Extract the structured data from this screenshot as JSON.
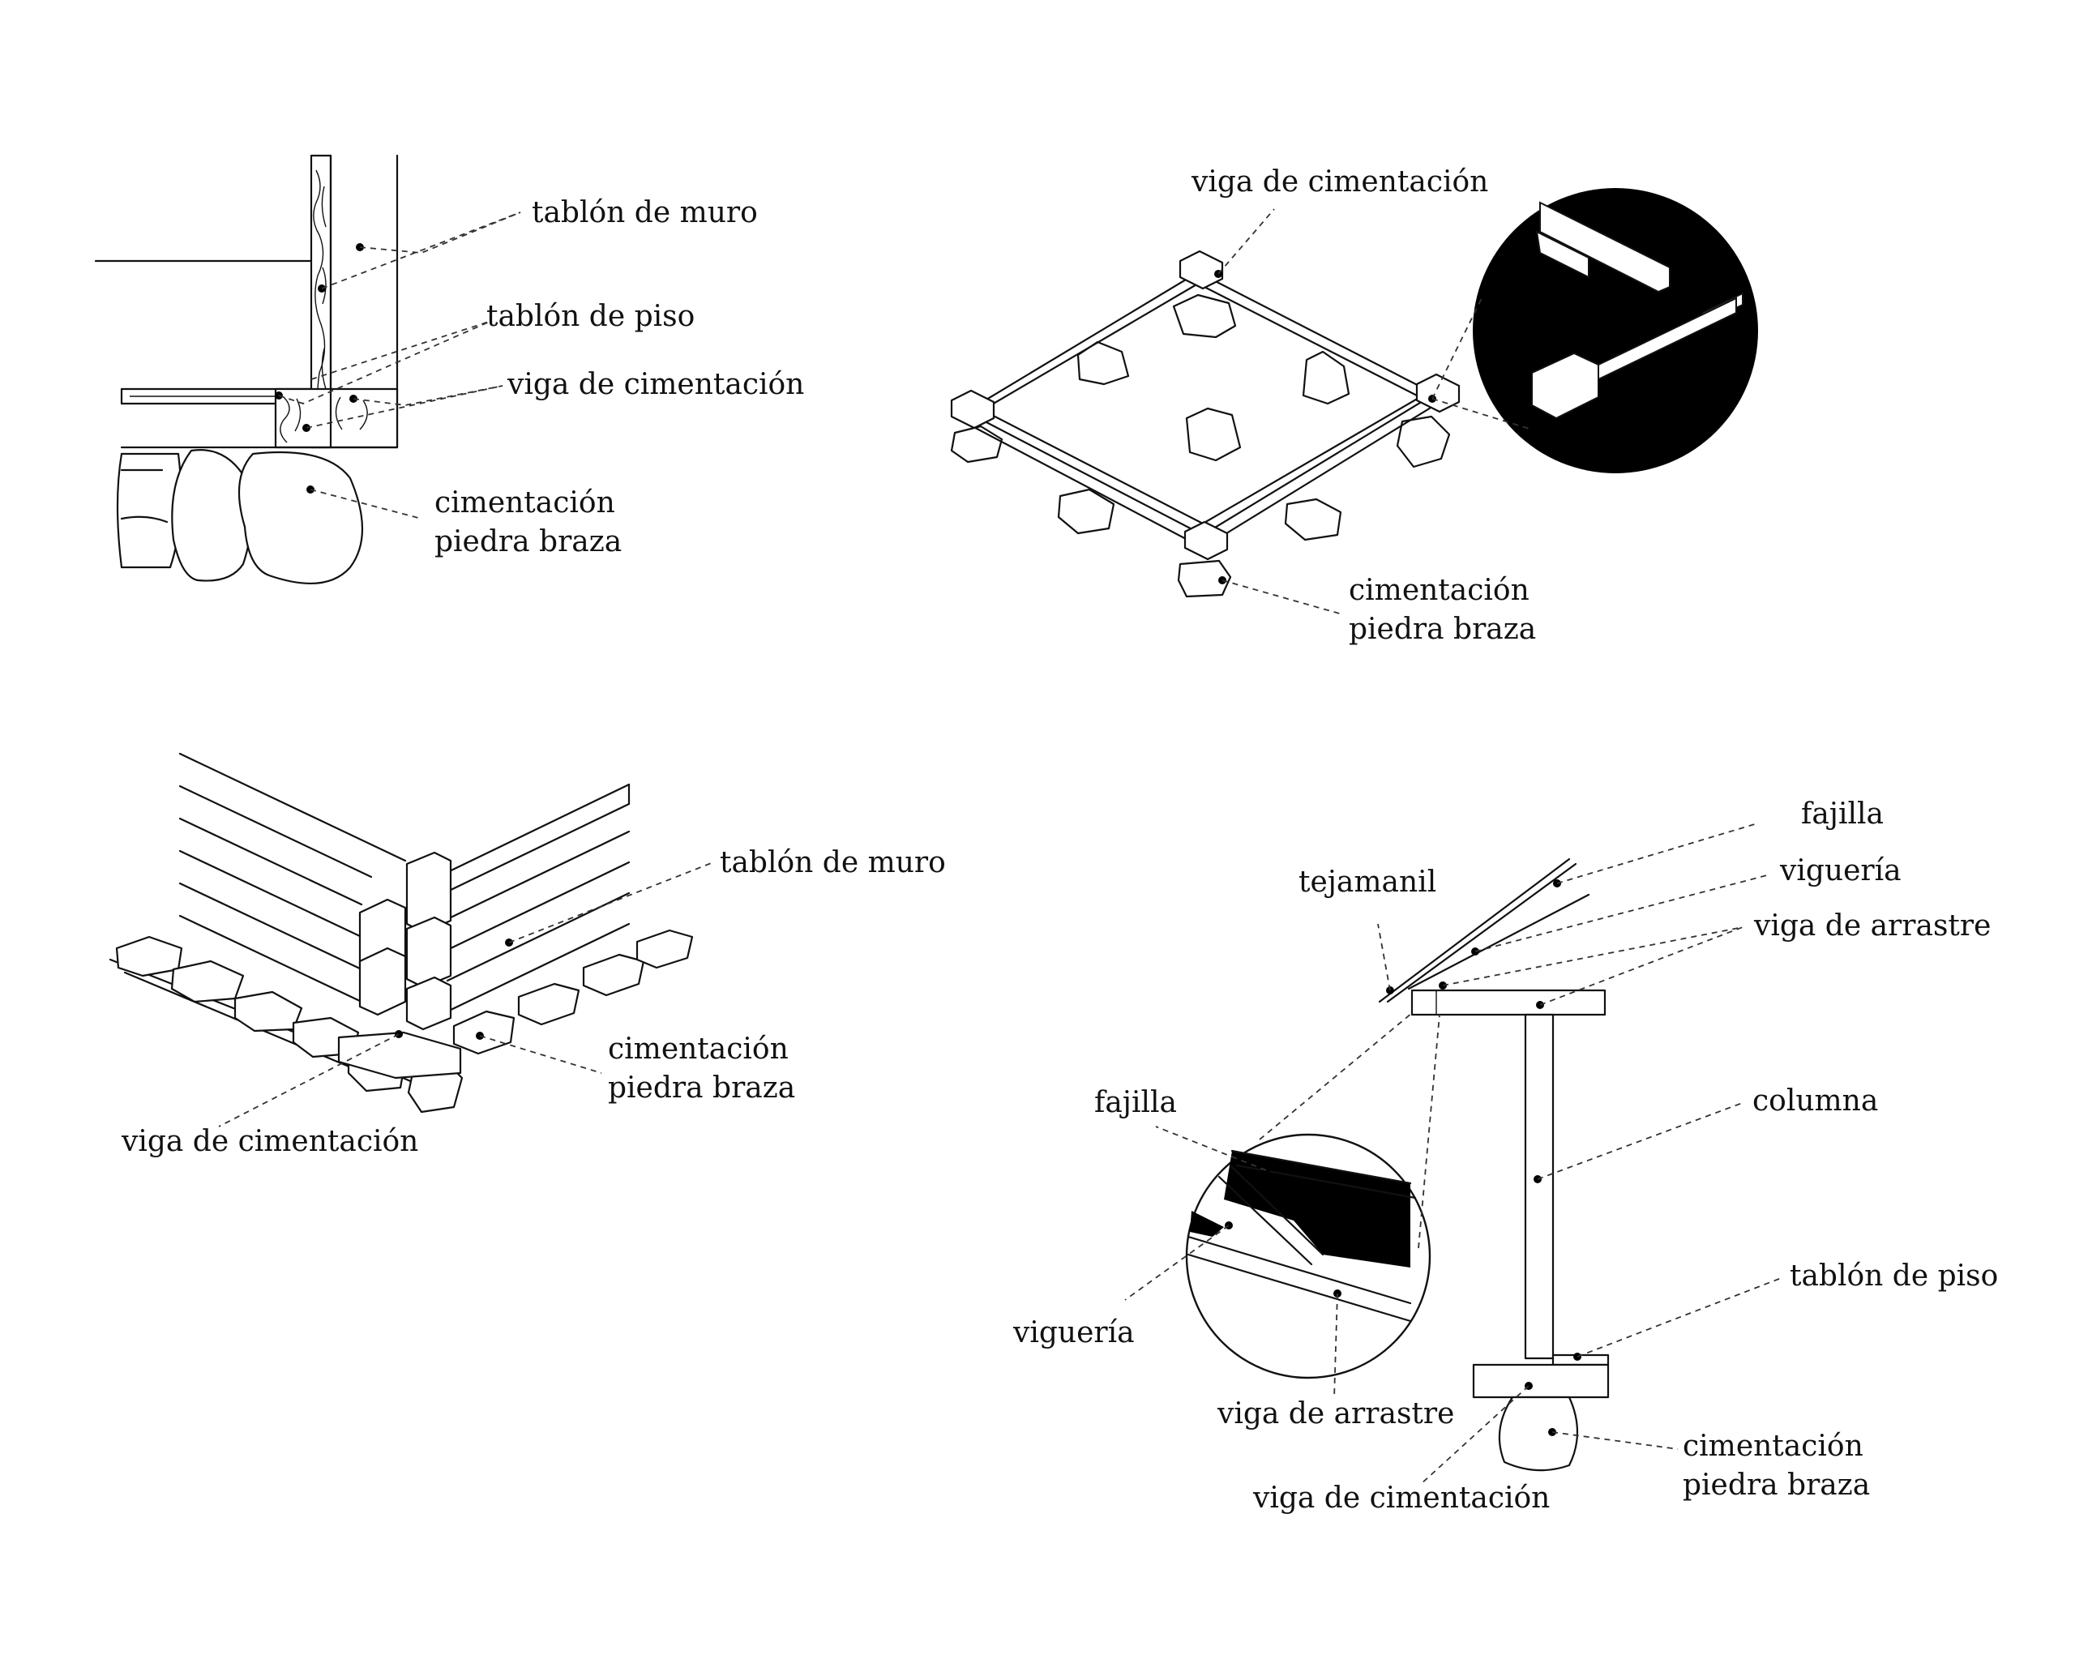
{
  "diagram": {
    "wall_section": {
      "labels": {
        "wall_plank": "tablón de muro",
        "floor_plank": "tablón de piso",
        "foundation_beam": "viga de cimentación",
        "stone_foundation_1": "cimentación",
        "stone_foundation_2": "piedra braza"
      }
    },
    "foundation_frame": {
      "labels": {
        "foundation_beam": "viga de cimentación",
        "stone_foundation_1": "cimentación",
        "stone_foundation_2": "piedra braza"
      }
    },
    "corner_isometric": {
      "labels": {
        "wall_plank": "tablón de muro",
        "stone_foundation_1": "cimentación",
        "stone_foundation_2": "piedra braza",
        "foundation_beam": "viga de cimentación"
      }
    },
    "roof_column_section": {
      "labels": {
        "batten": "fajilla",
        "shingle": "tejamanil",
        "rafters": "viguería",
        "drag_beam": "viga de arrastre",
        "column": "columna",
        "floor_plank": "tablón de piso",
        "stone_foundation_1": "cimentación",
        "stone_foundation_2": "piedra braza",
        "foundation_beam": "viga de cimentación"
      },
      "detail_labels": {
        "batten": "fajilla",
        "rafters": "viguería",
        "drag_beam": "viga de arrastre"
      }
    }
  },
  "colors": {
    "ink": "#111111",
    "background": "#ffffff"
  }
}
